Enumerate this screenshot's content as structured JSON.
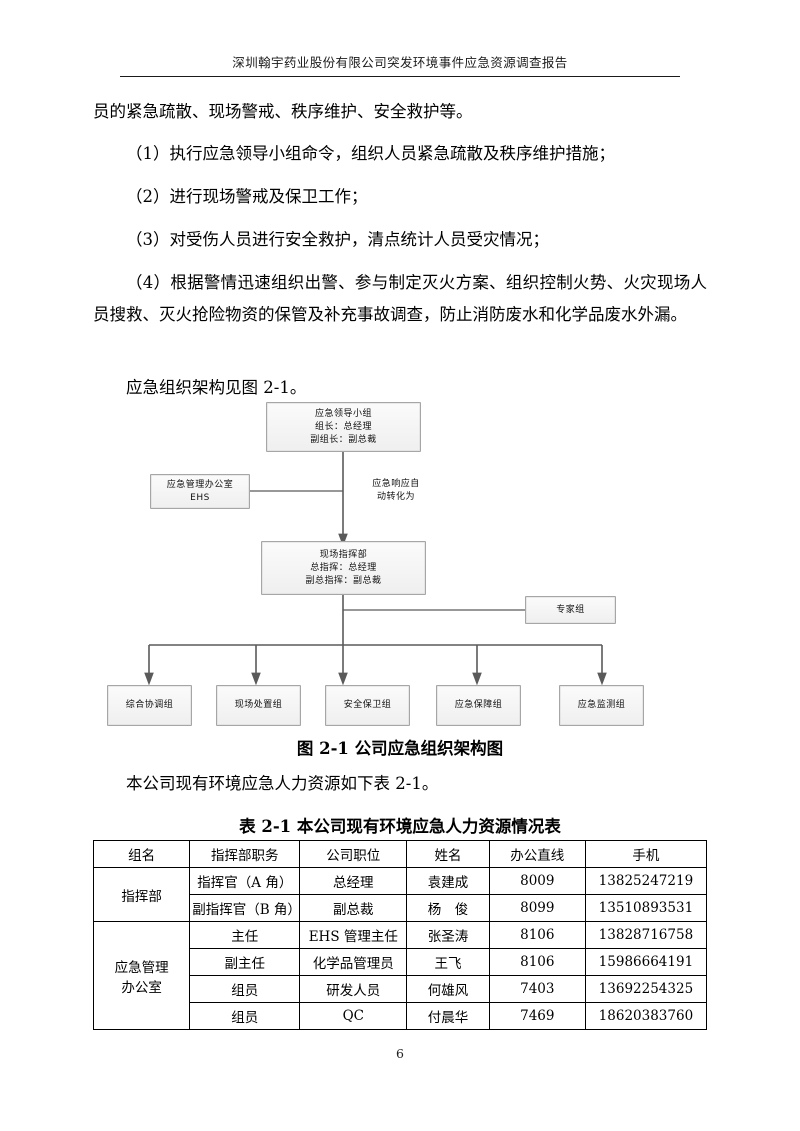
{
  "header": {
    "title": "深圳翰宇药业股份有限公司突发环境事件应急资源调查报告"
  },
  "body": {
    "lead_paragraph": "员的紧急疏散、现场警戒、秩序维护、安全救护等。",
    "items": [
      "（1）执行应急领导小组命令，组织人员紧急疏散及秩序维护措施；",
      "（2）进行现场警戒及保卫工作；",
      "（3）对受伤人员进行安全救护，清点统计人员受灾情况；",
      "（4）根据警情迅速组织出警、参与制定灭火方案、组织控制火势、火灾现场人员搜救、灭火抢险物资的保管及补充事故调查，防止消防废水和化学品废水外漏。"
    ],
    "figure_intro": "应急组织架构见图 2-1。",
    "table_intro": "本公司现有环境应急人力资源如下表 2-1。"
  },
  "figure": {
    "caption": "图 2-1  公司应急组织架构图",
    "nodes": {
      "leader_group": "应急领导小组\n组长：总经理\n副组长：副总裁",
      "ehs_office": "应急管理办公室\nEHS",
      "command_center": "现场指挥部\n总指挥：总经理\n副总指挥：副总裁",
      "expert_group": "专家组",
      "team_1": "综合协调组",
      "team_2": "现场处置组",
      "team_3": "安全保卫组",
      "team_4": "应急保障组",
      "team_5": "应急监测组"
    },
    "edge_label": "应急响应自\n动转化为"
  },
  "table": {
    "caption": "表 2-1  本公司现有环境应急人力资源情况表",
    "headers": [
      "组名",
      "指挥部职务",
      "公司职位",
      "姓名",
      "办公直线",
      "手机"
    ],
    "groups": [
      {
        "name": "指挥部",
        "rows": [
          {
            "duty": "指挥官（A 角）",
            "position": "总经理",
            "person": "袁建成",
            "office": "8009",
            "mobile": "13825247219"
          },
          {
            "duty": "副指挥官（B 角）",
            "position": "副总裁",
            "person": "杨　俊",
            "office": "8099",
            "mobile": "13510893531"
          }
        ]
      },
      {
        "name": "应急管理\n办公室",
        "rows": [
          {
            "duty": "主任",
            "position": "EHS 管理主任",
            "person": "张圣涛",
            "office": "8106",
            "mobile": "13828716758"
          },
          {
            "duty": "副主任",
            "position": "化学品管理员",
            "person": "王飞",
            "office": "8106",
            "mobile": "15986664191"
          },
          {
            "duty": "组员",
            "position": "研发人员",
            "person": "何雄风",
            "office": "7403",
            "mobile": "13692254325"
          },
          {
            "duty": "组员",
            "position": "QC",
            "person": "付晨华",
            "office": "7469",
            "mobile": "18620383760"
          }
        ]
      }
    ]
  },
  "footer": {
    "page_number": "6"
  }
}
